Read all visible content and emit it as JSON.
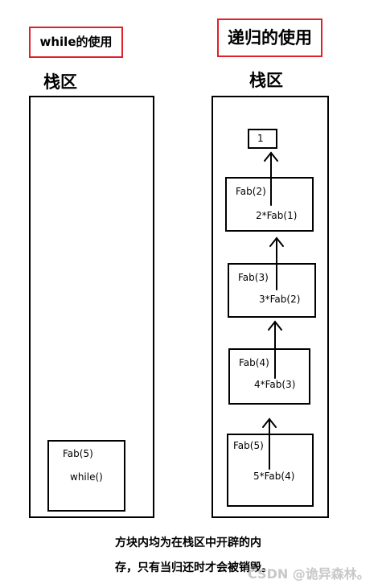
{
  "left": {
    "title": "while的使用",
    "stack_label": "栈区",
    "frame": {
      "name": "Fab(5)",
      "expr": "while()"
    }
  },
  "right": {
    "title": "递归的使用",
    "stack_label": "栈区",
    "top_value": "1",
    "frames": [
      {
        "name": "Fab(2)",
        "expr": "2*Fab(1)"
      },
      {
        "name": "Fab(3)",
        "expr": "3*Fab(2)"
      },
      {
        "name": "Fab(4)",
        "expr": "4*Fab(3)"
      },
      {
        "name": "Fab(5)",
        "expr": "5*Fab(4)"
      }
    ]
  },
  "caption": {
    "line1": "方块内均为在栈区中开辟的内",
    "line2": "存，只有当归还时才会被销毁。"
  },
  "watermark": "CSDN @诡异森林。",
  "colors": {
    "title_border": "#e0202a",
    "watermark": "#c8c8c8"
  }
}
